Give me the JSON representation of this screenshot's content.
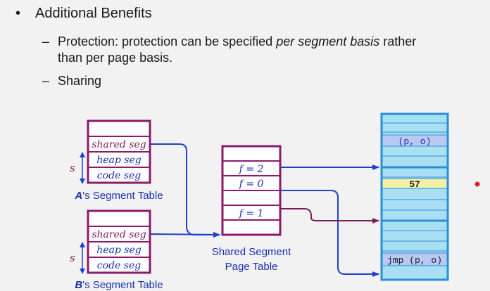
{
  "slide": {
    "bullet_glyph": "•",
    "bullet": "Additional Benefits",
    "dash_glyph": "–",
    "sub1_prefix": "Protection: protection can be specified ",
    "sub1_emph": "per segment basis",
    "sub1_suffix": " rather",
    "sub1_cont": "than per page basis.",
    "sub2": "Sharing"
  },
  "diagram": {
    "table_a": {
      "rows": [
        "shared seg",
        "heap seg",
        "code seg"
      ],
      "caption_letter": "A",
      "caption_rest": "'s Segment Table",
      "s_label": "s"
    },
    "table_b": {
      "rows": [
        "shared seg",
        "heap seg",
        "code seg"
      ],
      "caption_letter": "B",
      "caption_rest": "'s Segment Table",
      "s_label": "s"
    },
    "page_table": {
      "entries": [
        "f = 2",
        "f = 0",
        "f = 1"
      ],
      "caption_line1": "Shared Segment",
      "caption_line2": "Page Table"
    },
    "memory": {
      "labels": [
        "(p, o)",
        "57",
        "jmp (p, o)"
      ]
    },
    "colors": {
      "seg_border": "#8b1a6b",
      "seg_fill": "#ffffff",
      "mem_fill": "#a9dff2",
      "mem_border": "#2a8fd6",
      "highlight_yellow": "#f4f0a8",
      "highlight_blue": "#b9c9f2",
      "arrow_blue": "#1f3fd0",
      "arrow_purple": "#7a1a5a",
      "caption_blue": "#1a2fb0",
      "text_blue": "#1a2fb0"
    }
  }
}
